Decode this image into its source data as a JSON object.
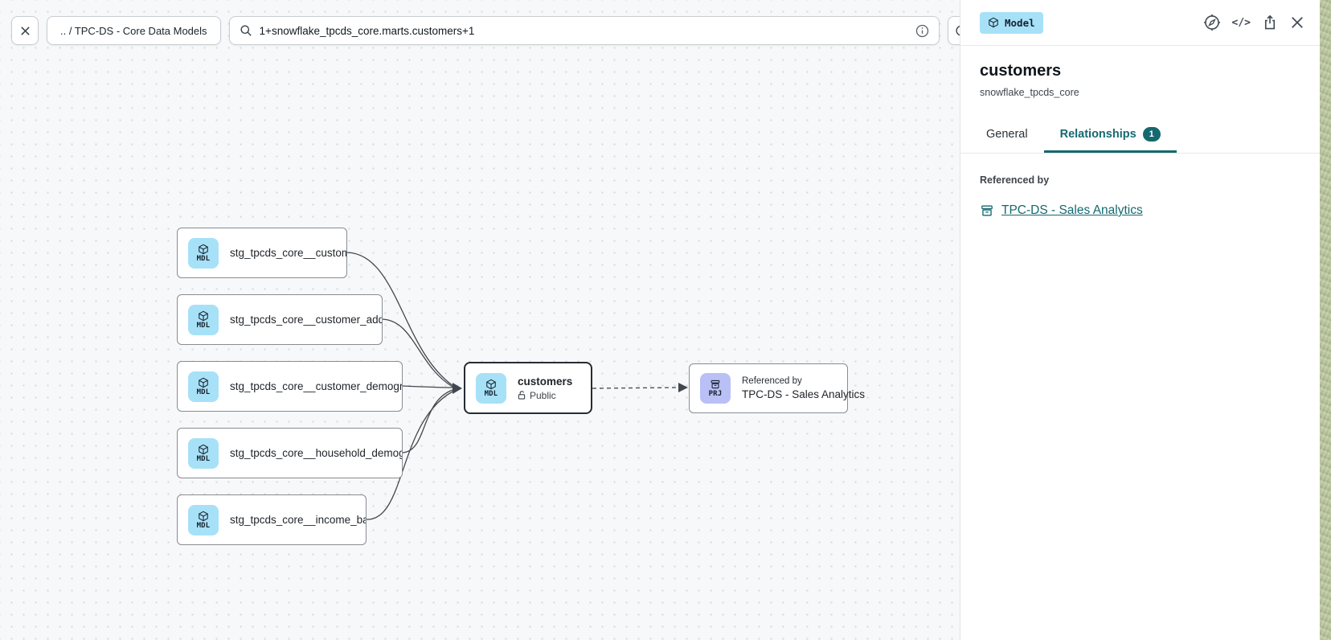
{
  "toolbar": {
    "breadcrumb": ".. / TPC-DS - Core Data Models",
    "search_value": "1+snowflake_tpcds_core.marts.customers+1"
  },
  "canvas": {
    "nodes": [
      {
        "badge": "MDL",
        "label": "stg_tpcds_core__customer"
      },
      {
        "badge": "MDL",
        "label": "stg_tpcds_core__customer_address"
      },
      {
        "badge": "MDL",
        "label": "stg_tpcds_core__customer_demogra…"
      },
      {
        "badge": "MDL",
        "label": "stg_tpcds_core__household_demogr…"
      },
      {
        "badge": "MDL",
        "label": "stg_tpcds_core__income_band"
      },
      {
        "badge": "MDL",
        "label": "customers",
        "visibility": "Public"
      },
      {
        "badge": "PRJ",
        "kicker": "Referenced by",
        "label": "TPC-DS - Sales Analytics"
      }
    ]
  },
  "panel": {
    "type_badge": "Model",
    "title": "customers",
    "subtitle": "snowflake_tpcds_core",
    "tabs": {
      "general": "General",
      "relationships": "Relationships",
      "relationships_count": "1"
    },
    "referenced_by_heading": "Referenced by",
    "referenced_by_link": "TPC-DS - Sales Analytics"
  },
  "icons": {
    "code_glyph": "</>",
    "search": "magnifier-icon",
    "info": "info-circle-icon",
    "refresh": "refresh-icon",
    "compass": "compass-icon",
    "share": "share-icon",
    "close": "close-icon",
    "model_cube": "cube-icon",
    "project_box": "project-archive-icon",
    "public_lock": "lock-open-icon"
  },
  "colors": {
    "accent_teal": "#15696f",
    "model_badge_bg": "#a7e1f8",
    "project_badge_bg": "#b9c0f6",
    "canvas_bg": "#f7f8f9"
  }
}
